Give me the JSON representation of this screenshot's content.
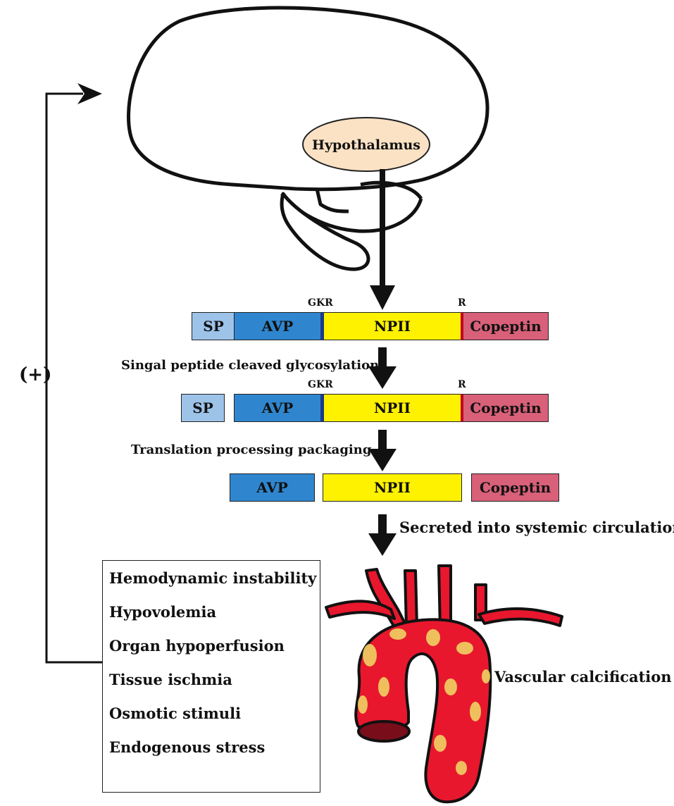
{
  "colors": {
    "sp": "#9dc3e9",
    "avp": "#2f86cf",
    "npii": "#fff200",
    "copeptin": "#d86079",
    "hypothalamus": "#fbe2c4",
    "artery": "#e8172d",
    "calcification": "#f0d264"
  },
  "icons": [
    "brain-icon",
    "aorta-icon",
    "down-arrow-icon",
    "feedback-arrow-icon"
  ],
  "hypothalamus": "Hypothalamus",
  "feedback": "(+)",
  "cleavage_sites": {
    "gkr": "GKR",
    "r": "R"
  },
  "segments": {
    "sp": "SP",
    "avp": "AVP",
    "npii": "NPII",
    "copeptin": "Copeptin"
  },
  "steps": {
    "step1": "Singal peptide cleaved glycosylation",
    "step2": "Translation processing packaging",
    "step3": "Secreted into systemic circulation"
  },
  "vascular": "Vascular calcification",
  "stimuli": [
    "Hemodynamic instability",
    "Hypovolemia",
    "Organ hypoperfusion",
    "Tissue ischmia",
    "Osmotic stimuli",
    "Endogenous stress"
  ]
}
